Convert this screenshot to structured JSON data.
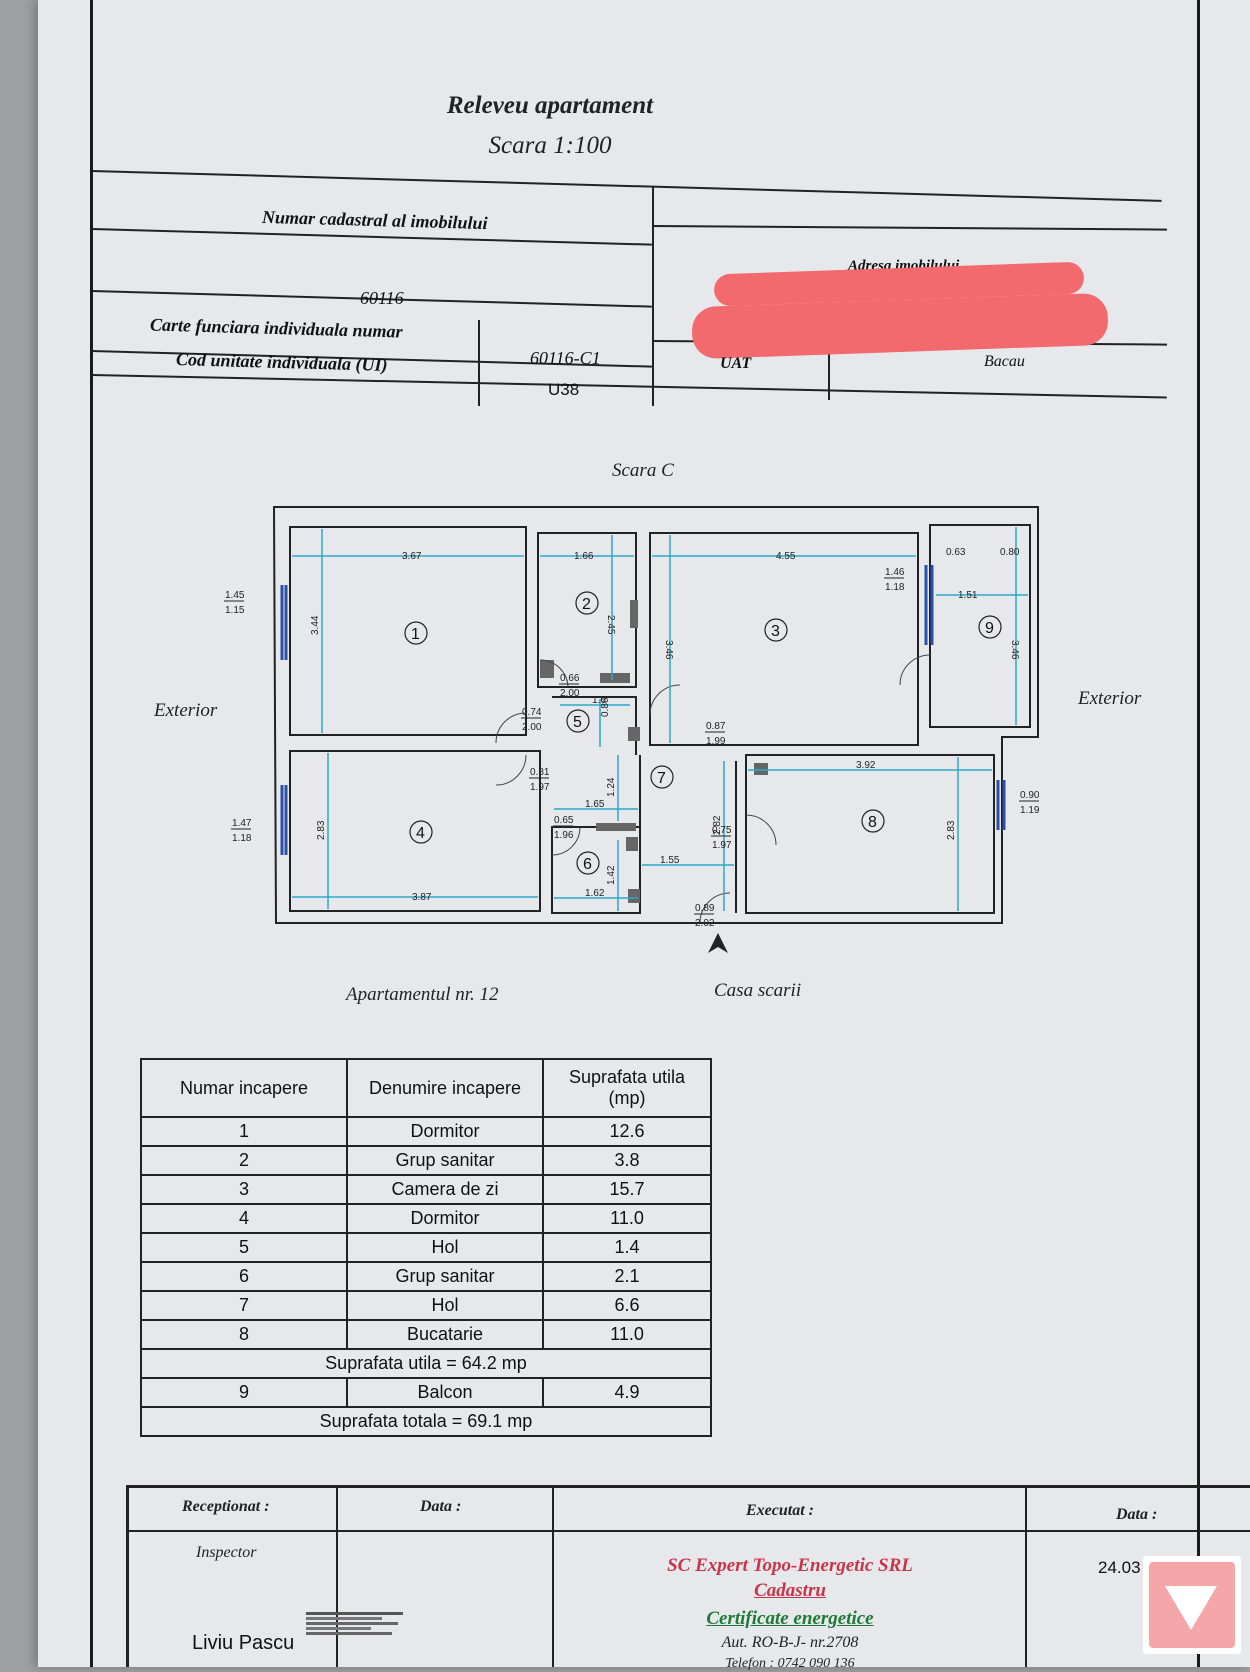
{
  "header": {
    "title": "Releveu apartament",
    "scale": "Scara 1:100"
  },
  "cadastral": {
    "numar_label": "Numar cadastral al imobilului",
    "numar_value": "60116",
    "carte_label": "Carte funciara individuala numar",
    "carte_value": "60116-C1",
    "cod_label": "Cod unitate individuala (UI)",
    "cod_value": "U38",
    "adresa_label": "Adresa imobilului",
    "uat_label": "UAT",
    "uat_value": "Bacau"
  },
  "plan": {
    "scara": "Scara C",
    "exterior_left": "Exterior",
    "exterior_right": "Exterior",
    "apartment": "Apartamentul nr. 12",
    "casa_scarii": "Casa scarii",
    "room_numbers": [
      "1",
      "2",
      "3",
      "4",
      "5",
      "6",
      "7",
      "8",
      "9"
    ],
    "dimensions": {
      "r1_w": "3.67",
      "r1_h": "3.44",
      "r2_w": "1.66",
      "r2_h": "2.45",
      "r3_w": "4.55",
      "r3_h": "3.46",
      "r9_w1": "0.63",
      "r9_w2": "0.80",
      "r9_w": "1.51",
      "r9_h": "3.46",
      "r4_w": "3.87",
      "r4_h": "2.83",
      "r5_w": "1.6",
      "r5_h": "0.86",
      "r7_h": "1.24",
      "r7_w": "1.55",
      "r7_h2": "2.82",
      "r6_w1": "1.65",
      "r6_w2": "1.62",
      "r6_h": "1.42",
      "r8_w": "3.92",
      "r8_h": "2.83"
    },
    "openings": {
      "win1_top": "1.45",
      "win1_bot": "1.15",
      "win4_top": "1.47",
      "win4_bot": "1.18",
      "win9_top": "1.46",
      "win9_bot": "1.18",
      "win8_top": "0.90",
      "win8_bot": "1.19",
      "d2_top": "0.66",
      "d2_bot": "2.00",
      "d1_top": "0.74",
      "d1_bot": "2.00",
      "d4_top": "0.81",
      "d4_bot": "1.97",
      "d6_top": "0.65",
      "d6_bot": "1.96",
      "d3_top": "0.87",
      "d3_bot": "1.99",
      "d8_top": "0.75",
      "d8_bot": "1.97",
      "dent_top": "0.89",
      "dent_bot": "2.02"
    }
  },
  "table": {
    "headers": [
      "Numar incapere",
      "Denumire incapere",
      "Suprafata utila (mp)"
    ],
    "rows": [
      [
        "1",
        "Dormitor",
        "12.6"
      ],
      [
        "2",
        "Grup sanitar",
        "3.8"
      ],
      [
        "3",
        "Camera de zi",
        "15.7"
      ],
      [
        "4",
        "Dormitor",
        "11.0"
      ],
      [
        "5",
        "Hol",
        "1.4"
      ],
      [
        "6",
        "Grup sanitar",
        "2.1"
      ],
      [
        "7",
        "Hol",
        "6.6"
      ],
      [
        "8",
        "Bucatarie",
        "11.0"
      ]
    ],
    "subtotal": "Suprafata utila = 64.2 mp",
    "balcony": [
      "9",
      "Balcon",
      "4.9"
    ],
    "total": "Suprafata totala = 69.1 mp"
  },
  "footer": {
    "receptionat": "Receptionat :",
    "data1": "Data :",
    "executat": "Executat :",
    "data2": "Data :",
    "inspector": "Inspector",
    "inspector_name": "Liviu Pascu",
    "company": "SC Expert Topo-Energetic SRL",
    "cadastru": "Cadastru",
    "certificate": "Certificate energetice",
    "aut": "Aut. RO-B-J- nr.2708",
    "telefon": "Telefon : 0742 090 136",
    "date_partial": "24.03"
  },
  "colors": {
    "redaction": "#f26a6e",
    "company_red": "#c8354a",
    "company_green": "#1f7a35",
    "window_blue": "#2a4fa8",
    "dimension_cyan": "#2aa7c9"
  }
}
